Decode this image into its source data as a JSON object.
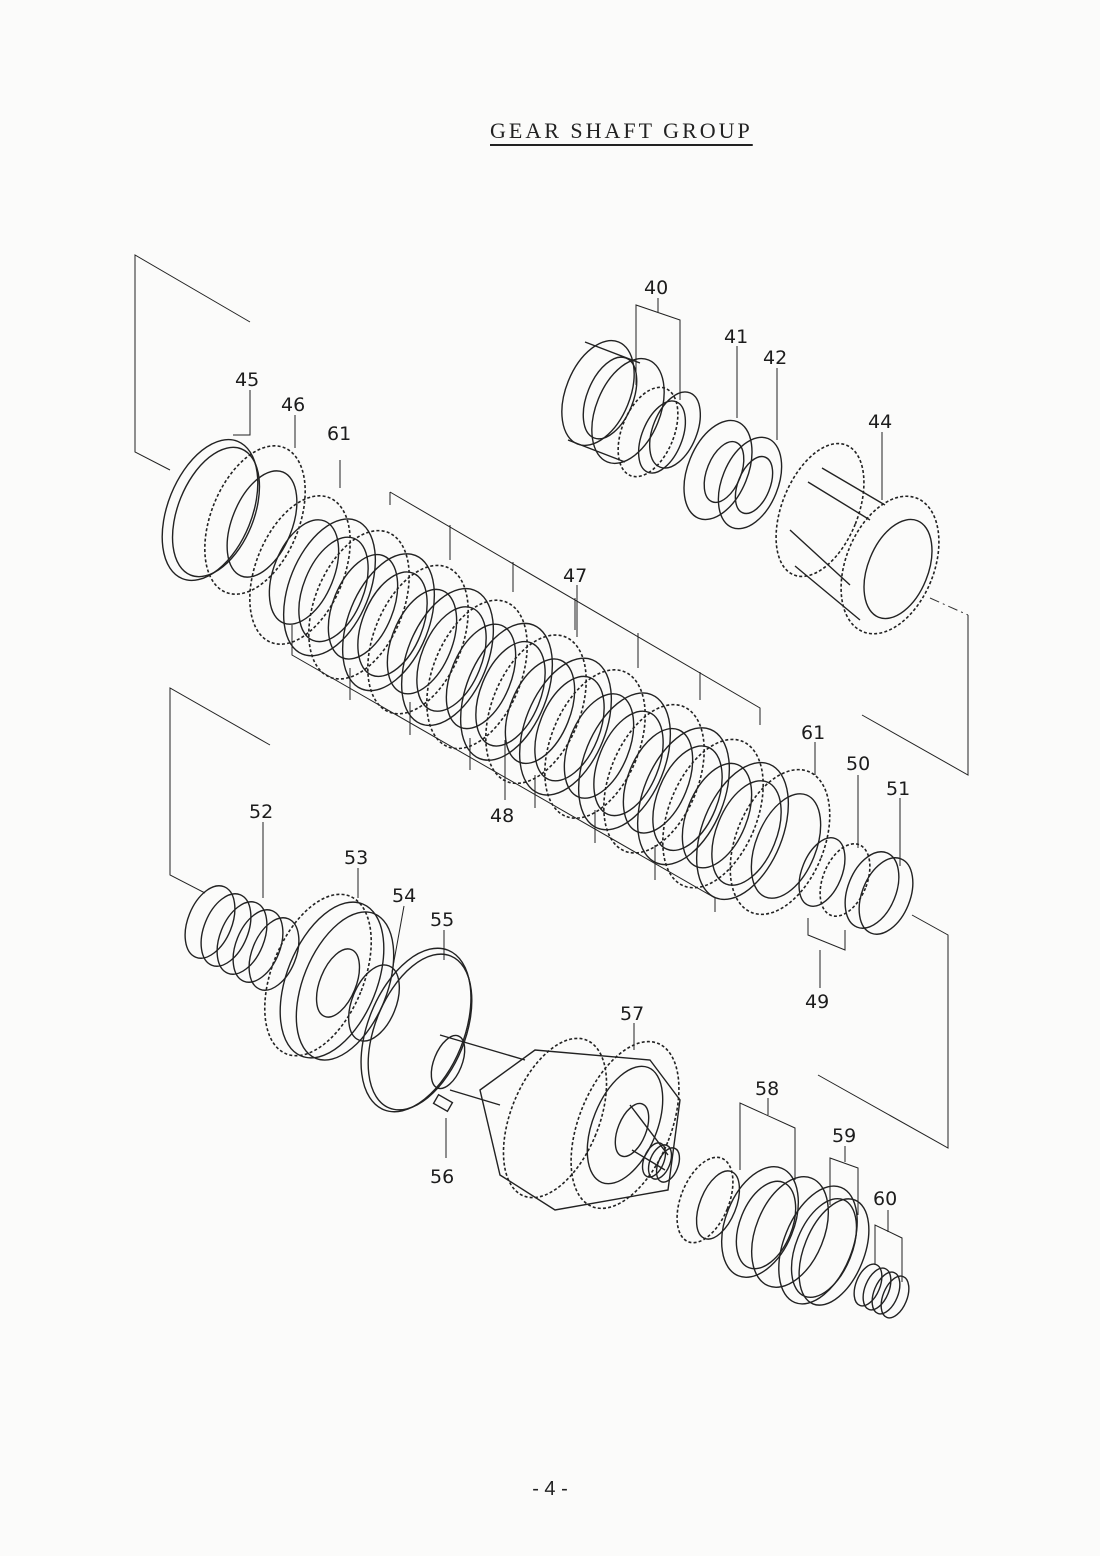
{
  "title": "GEAR SHAFT GROUP",
  "page_number": "- 4 -",
  "callouts": {
    "c40": "40",
    "c41": "41",
    "c42": "42",
    "c44": "44",
    "c45": "45",
    "c46": "46",
    "c61a": "61",
    "c47": "47",
    "c48": "48",
    "c61b": "61",
    "c50": "50",
    "c51": "51",
    "c49": "49",
    "c52": "52",
    "c53": "53",
    "c54": "54",
    "c55": "55",
    "c57": "57",
    "c56": "56",
    "c58": "58",
    "c59": "59",
    "c60": "60"
  },
  "icons": {
    "bearing-cup": "bearing-cup-icon",
    "roller-bearing": "roller-bearing-icon",
    "clutch-pack": "clutch-disc-icon",
    "helical-gear": "helical-gear-icon",
    "coil-spring": "coil-spring-icon",
    "snap-ring": "snap-ring-icon"
  }
}
